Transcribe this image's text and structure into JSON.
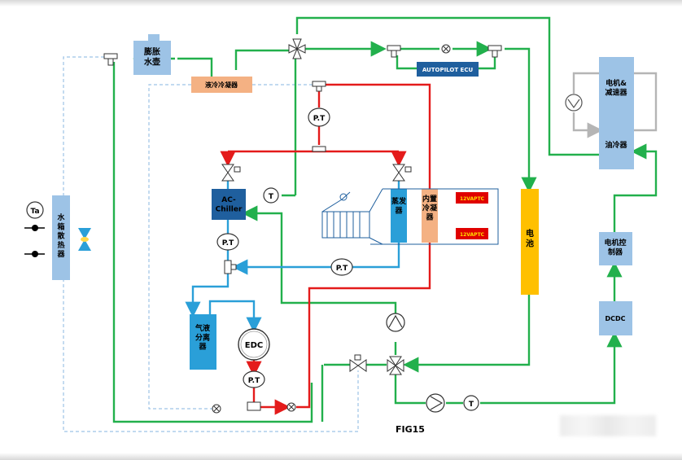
{
  "figure_label": "FIG15",
  "components": {
    "expansion_tank": "膨胀\n水壶",
    "liquid_condenser": "液冷冷凝器",
    "autopilot_ecu": "AUTOPILOT ECU",
    "ac_chiller": "AC-\nChiller",
    "evaporator": "蒸发\n器",
    "internal_condenser": "内置\n冷凝\n器",
    "ptc_1": "12VAPTC",
    "ptc_2": "12VAPTC",
    "battery": "电\n池",
    "motor_reducer": "电机&\n减速器",
    "oil_cooler": "油冷器",
    "motor_controller": "电机控\n制器",
    "dcdc": "DCDC",
    "radiator": "水\n箱\n散\n热\n器",
    "gas_liquid_separator": "气液\n分离\n器",
    "edc": "EDC"
  },
  "sensors": {
    "pt_label": "P.T",
    "t_label": "T",
    "ta_label": "Ta"
  },
  "colors": {
    "coolant_green": "#22b04c",
    "refrigerant_red": "#e41b1b",
    "low_pressure_blue": "#2a9fd8",
    "oil_gray": "#b5b5b5",
    "component_blue": "#9dc3e6",
    "dark_blue": "#1f5f9e",
    "condenser_orange": "#f4b183",
    "battery_yellow": "#ffc000",
    "ptc_red": "#e00000"
  }
}
